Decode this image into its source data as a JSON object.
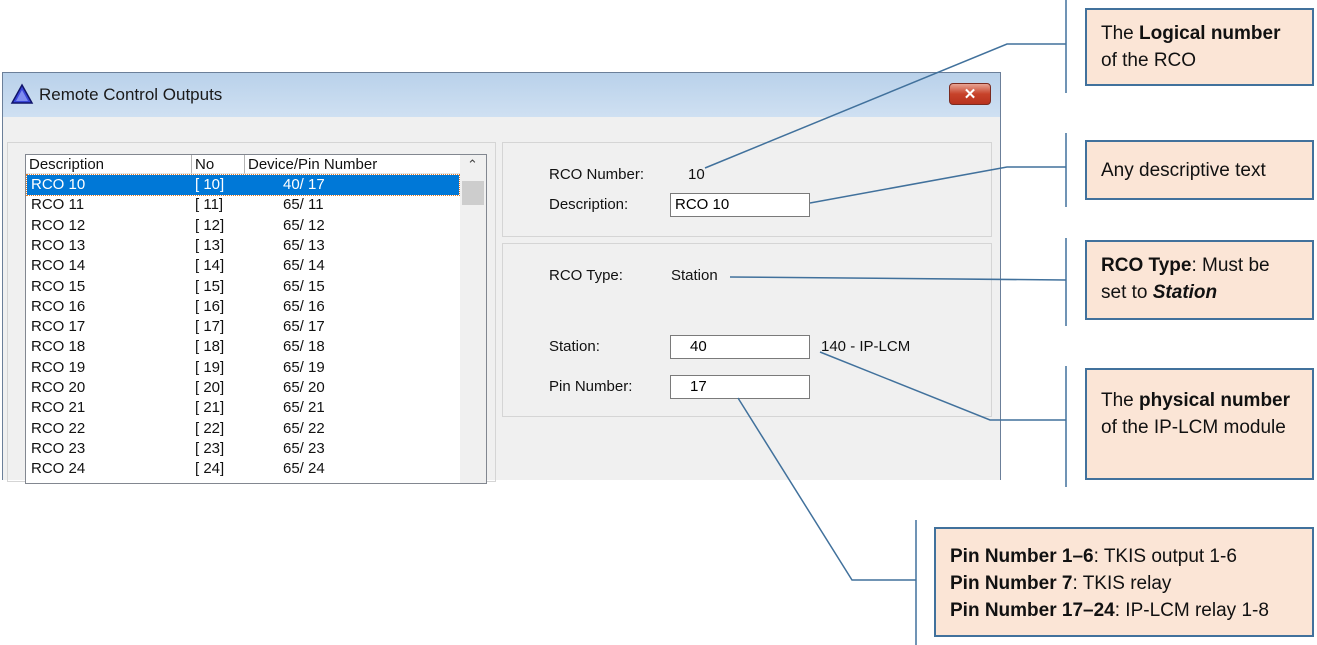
{
  "window": {
    "title": "Remote Control Outputs",
    "close_label": "✕"
  },
  "list": {
    "headers": [
      "Description",
      "No",
      "Device/Pin Number"
    ],
    "rows": [
      [
        "RCO 10",
        "[ 10]",
        "40/ 17"
      ],
      [
        "RCO 11",
        "[ 11]",
        "65/ 11"
      ],
      [
        "RCO 12",
        "[ 12]",
        "65/ 12"
      ],
      [
        "RCO 13",
        "[ 13]",
        "65/ 13"
      ],
      [
        "RCO 14",
        "[ 14]",
        "65/ 14"
      ],
      [
        "RCO 15",
        "[ 15]",
        "65/ 15"
      ],
      [
        "RCO 16",
        "[ 16]",
        "65/ 16"
      ],
      [
        "RCO 17",
        "[ 17]",
        "65/ 17"
      ],
      [
        "RCO 18",
        "[ 18]",
        "65/ 18"
      ],
      [
        "RCO 19",
        "[ 19]",
        "65/ 19"
      ],
      [
        "RCO 20",
        "[ 20]",
        "65/ 20"
      ],
      [
        "RCO 21",
        "[ 21]",
        "65/ 21"
      ],
      [
        "RCO 22",
        "[ 22]",
        "65/ 22"
      ],
      [
        "RCO 23",
        "[ 23]",
        "65/ 23"
      ],
      [
        "RCO 24",
        "[ 24]",
        "65/ 24"
      ]
    ],
    "selected_index": 0
  },
  "form": {
    "rco_number_label": "RCO Number:",
    "rco_number": "10",
    "description_label": "Description:",
    "description": "RCO 10",
    "rco_type_label": "RCO Type:",
    "rco_type": "Station",
    "station_label": "Station:",
    "station": "40",
    "station_info": "140 - IP-LCM",
    "pin_label": "Pin Number:",
    "pin": "17"
  },
  "callouts": {
    "logical": {
      "a": "The ",
      "b": "Logical number",
      "c": " of the RCO"
    },
    "descriptive": "Any descriptive text",
    "type": {
      "a": "RCO Type",
      "b": ": Must be set to ",
      "c": "Station"
    },
    "physical": {
      "a": "The ",
      "b": "physical number",
      "c": " of the IP-LCM module"
    },
    "pins": [
      {
        "b": "Pin Number 1–6",
        "t": ": TKIS output 1-6"
      },
      {
        "b": "Pin Number 7",
        "t": ": TKIS relay"
      },
      {
        "b": "Pin Number 17–24",
        "t": ": IP-LCM relay 1-8"
      }
    ]
  },
  "colors": {
    "accent": "#0078d7",
    "callout_fill": "#fbe5d6",
    "callout_border": "#41719c"
  }
}
